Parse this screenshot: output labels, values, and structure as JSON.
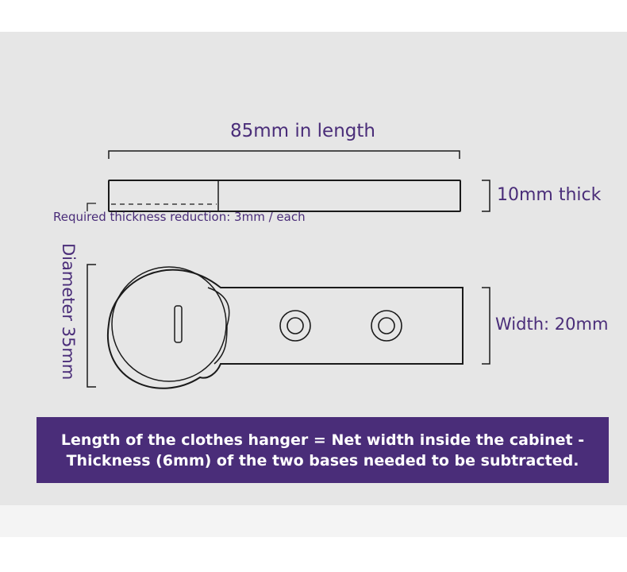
{
  "labels": {
    "length": "85mm in length",
    "thickness": "10mm thick",
    "reduction": "Required thickness reduction: 3mm / each",
    "diameter": "Diameter 35mm",
    "width": "Width: 20mm"
  },
  "note": {
    "line1": "Length of the clothes hanger = Net width inside the cabinet -",
    "line2": "Thickness (6mm) of the two bases needed to be subtracted."
  },
  "colors": {
    "accent": "#4a2d79",
    "panel": "#e6e6e6",
    "line": "#1a1a1a"
  }
}
